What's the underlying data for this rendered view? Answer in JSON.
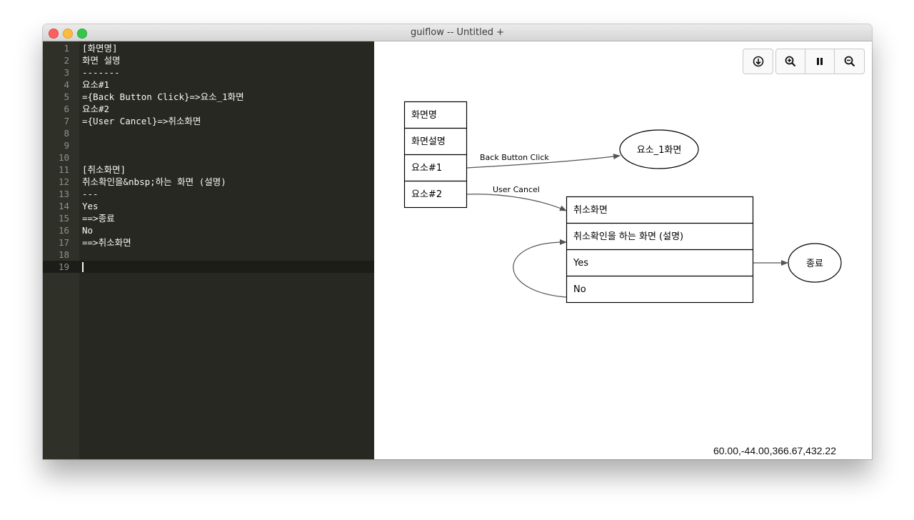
{
  "window": {
    "title": "guiflow -- Untitled +"
  },
  "editor": {
    "lines": [
      {
        "num": "1",
        "text": "[화면명]"
      },
      {
        "num": "2",
        "text": "화면 설명"
      },
      {
        "num": "3",
        "text": "-------"
      },
      {
        "num": "4",
        "text": "요소#1"
      },
      {
        "num": "5",
        "text": "={Back Button Click}=>요소_1화면"
      },
      {
        "num": "6",
        "text": "요소#2"
      },
      {
        "num": "7",
        "text": "={User Cancel}=>취소화면"
      },
      {
        "num": "8",
        "text": ""
      },
      {
        "num": "9",
        "text": ""
      },
      {
        "num": "10",
        "text": ""
      },
      {
        "num": "11",
        "text": "[취소화면]"
      },
      {
        "num": "12",
        "text": "취소확인을&nbsp;하는 화면 (설명)"
      },
      {
        "num": "13",
        "text": "---"
      },
      {
        "num": "14",
        "text": "Yes"
      },
      {
        "num": "15",
        "text": "==>종료"
      },
      {
        "num": "16",
        "text": "No"
      },
      {
        "num": "17",
        "text": "==>취소화면"
      },
      {
        "num": "18",
        "text": ""
      },
      {
        "num": "19",
        "text": ""
      }
    ],
    "active_line": 19
  },
  "toolbar": {
    "buttons": [
      "download-icon",
      "zoom-in-icon",
      "pause-icon",
      "zoom-out-icon"
    ]
  },
  "diagram": {
    "screen1": {
      "rows": [
        "화면명",
        "화면설명",
        "요소#1",
        "요소#2"
      ]
    },
    "screen2": {
      "rows": [
        "취소화면",
        "취소확인을 하는 화면 (설명)",
        "Yes",
        "No"
      ]
    },
    "nodes": {
      "element1_screen": "요소_1화면",
      "end": "종료"
    },
    "edges": {
      "back_button_click": "Back Button Click",
      "user_cancel": "User Cancel"
    }
  },
  "status": {
    "coords": "60.00,-44.00,366.67,432.22"
  }
}
